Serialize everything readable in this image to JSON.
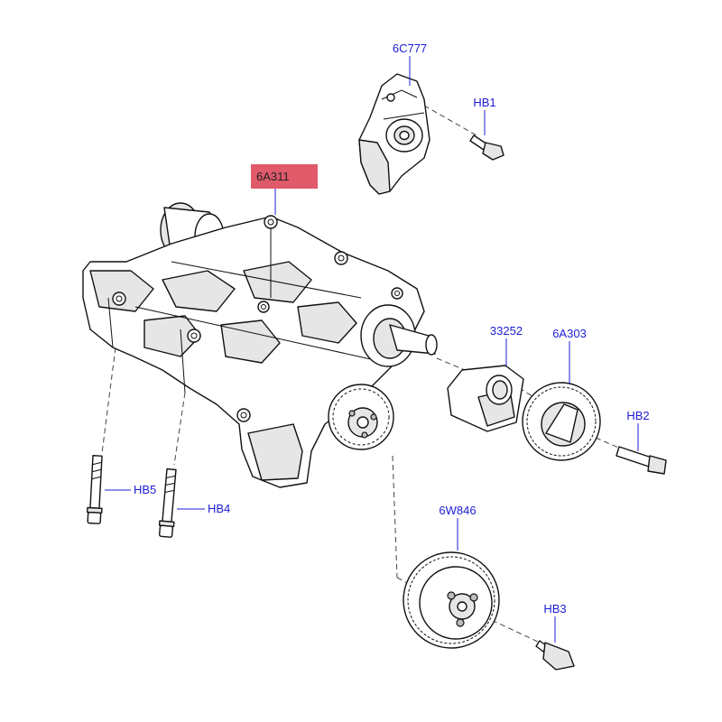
{
  "callouts": {
    "tensioner": "6C777",
    "hb1": "HB1",
    "housing": "6A311",
    "bush": "33252",
    "sprocket_upper": "6A303",
    "hb2": "HB2",
    "hb5": "HB5",
    "hb4": "HB4",
    "gear_lower": "6W846",
    "hb3": "HB3"
  },
  "colors": {
    "label_text": "#1c1cd6",
    "highlight_box": "#e05a6a",
    "line_art": "#111111"
  }
}
